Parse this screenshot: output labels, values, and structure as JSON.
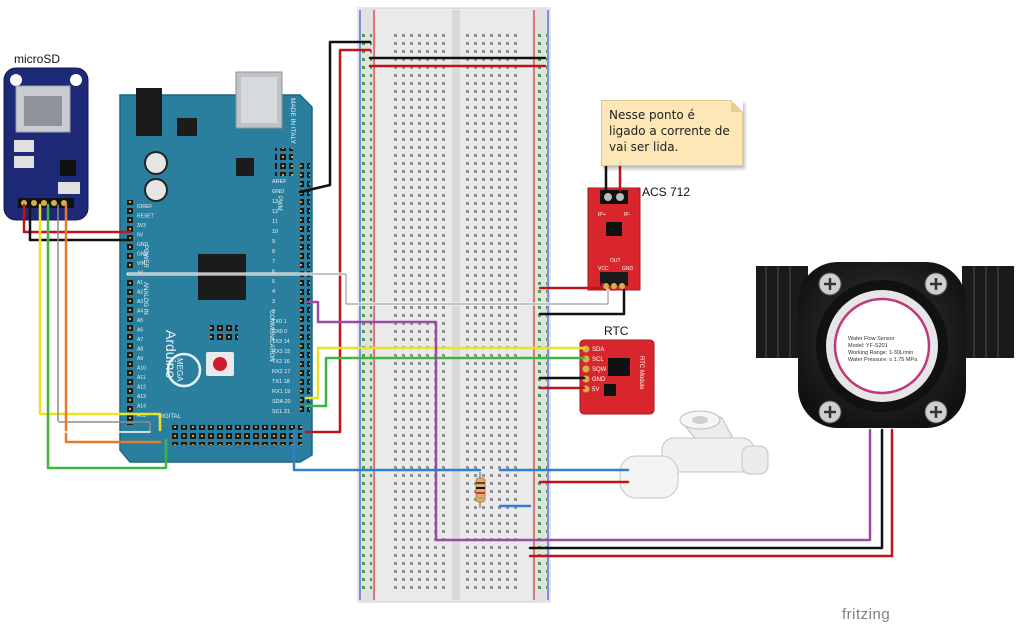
{
  "labels": {
    "microsd": "microSD",
    "acs": "ACS 712",
    "rtc": "RTC",
    "fritzing": "fritzing"
  },
  "note": {
    "text": "Nesse ponto é ligado a corrente de vai ser lida."
  },
  "arduino": {
    "made_in": "MADE IN ITALY",
    "brand": "Arduino",
    "model": "MEGA",
    "section_digital": "DIGITAL",
    "section_power": "POWER",
    "section_analog": "ANALOG IN",
    "section_comm": "COMMUNICATION",
    "pwm": "PWM",
    "header_pins_right": [
      "AREF",
      "GND",
      "13",
      "12",
      "11",
      "10",
      "9",
      "8",
      "7",
      "6",
      "5",
      "4",
      "3",
      "2",
      "TX0 1",
      "RX0 0",
      "TX3 14",
      "RX3 15",
      "TX2 16",
      "RX2 17",
      "TX1 18",
      "RX1 19",
      "SDA 20",
      "SCL 21"
    ],
    "header_pins_left": [
      "IOREF",
      "RESET",
      "3V3",
      "5V",
      "GND",
      "GND",
      "VIN",
      "A0",
      "A1",
      "A2",
      "A3",
      "A4",
      "A5",
      "A6",
      "A7",
      "A8",
      "A9",
      "A10",
      "A11",
      "A12",
      "A13",
      "A14",
      "A15"
    ]
  },
  "rtc_module": {
    "title": "RTC Module",
    "pins": [
      "SDA",
      "SCL",
      "SQW",
      "GND",
      "5V"
    ]
  },
  "acs_module": {
    "pins_top": [
      "IP+",
      "IP-"
    ],
    "pins_bottom": [
      "VCC",
      "OUT",
      "GND"
    ]
  },
  "flow_sensor": {
    "line1": "Water Flow Sensor",
    "line2": "Model: YF-S201",
    "line3": "Working Range: 1-30L/min",
    "line4": "Water Pressure: ≤ 1.75 MPa"
  },
  "colors": {
    "board": "#2a7f9e",
    "breadboard": "#e9e9e9",
    "red_wire": "#c0141a",
    "black_wire": "#111111",
    "purple_wire": "#9b4aa5",
    "yellow_wire": "#eee125",
    "green_wire": "#3fb53f",
    "blue_wire": "#2f7fd0",
    "orange_wire": "#e57b2a",
    "module_red": "#d9262c",
    "sd_blue": "#1e2a78"
  }
}
